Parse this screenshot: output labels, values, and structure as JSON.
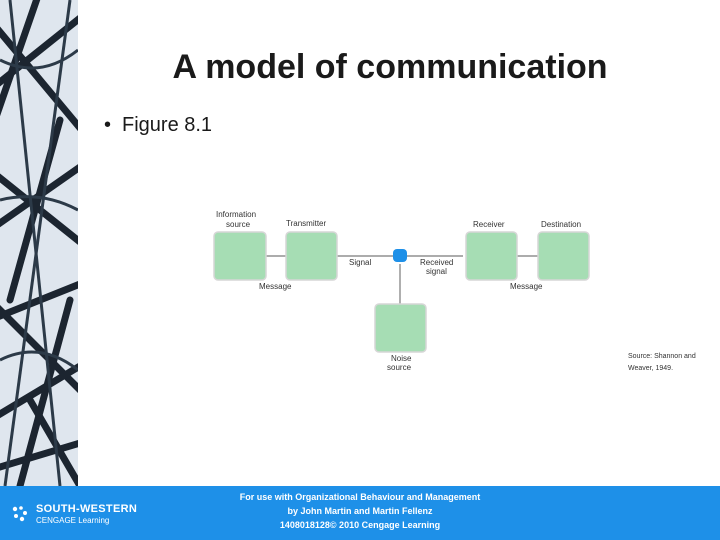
{
  "slide": {
    "title": "A model of communication",
    "bullet": "Figure 8.1"
  },
  "diagram": {
    "labels": {
      "information_source_1": "Information",
      "information_source_2": "source",
      "transmitter": "Transmitter",
      "receiver": "Receiver",
      "destination": "Destination",
      "signal": "Signal",
      "received_signal_1": "Received",
      "received_signal_2": "signal",
      "message_left": "Message",
      "message_right": "Message",
      "noise_source_1": "Noise",
      "noise_source_2": "source"
    },
    "source_note_1": "Source: Shannon and",
    "source_note_2": "Weaver, 1949.",
    "colors": {
      "box": "#a6ddb4",
      "node": "#1e90e8"
    }
  },
  "footer": {
    "logo_line1": "SOUTH-WESTERN",
    "logo_line2": "CENGAGE Learning",
    "line1": "For use with Organizational Behaviour and Management",
    "line2": "by John Martin and Martin Fellenz",
    "line3": "1408018128© 2010 Cengage Learning",
    "color": "#1e90e8"
  }
}
